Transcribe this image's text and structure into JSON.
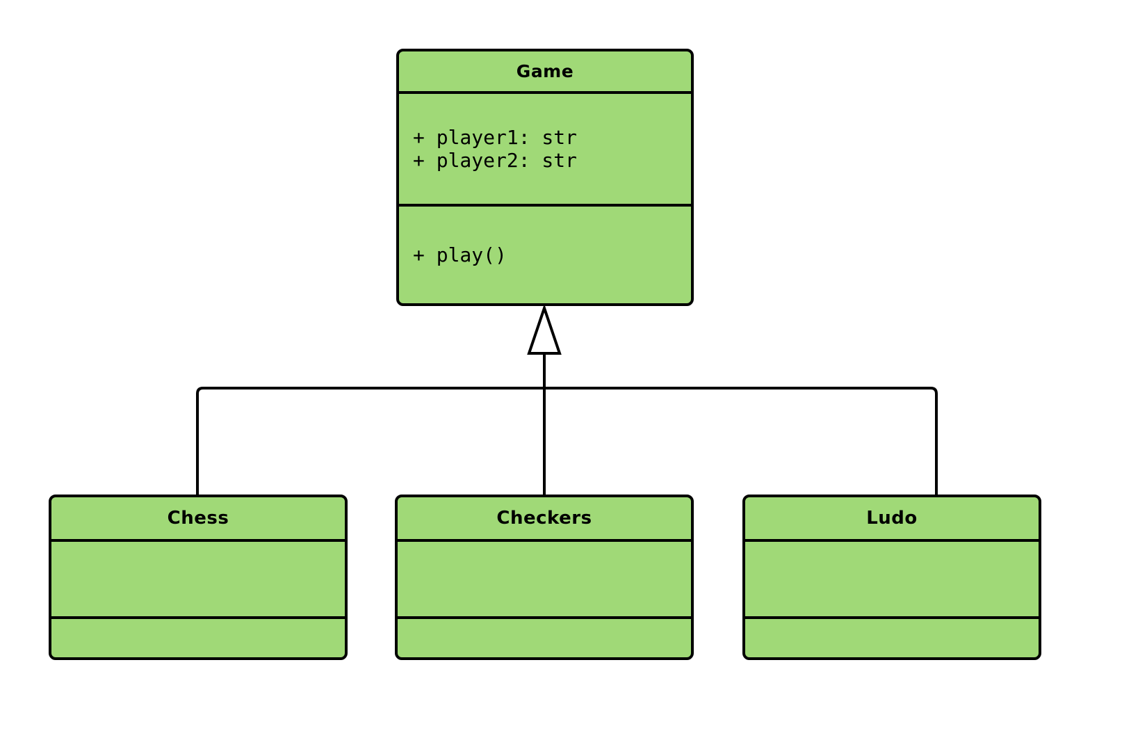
{
  "diagram": {
    "type": "uml-class-diagram",
    "relationship": "generalization",
    "background_color": "#ffffff",
    "class_fill_color": "#a0d977",
    "stroke_color": "#000000"
  },
  "classes": {
    "game": {
      "name": "Game",
      "attributes": [
        "+ player1: str",
        "+ player2: str"
      ],
      "methods": [
        "+ play()"
      ]
    },
    "chess": {
      "name": "Chess",
      "attributes": [],
      "methods": []
    },
    "checkers": {
      "name": "Checkers",
      "attributes": [],
      "methods": []
    },
    "ludo": {
      "name": "Ludo",
      "attributes": [],
      "methods": []
    }
  },
  "edges": [
    {
      "from": "chess",
      "to": "game",
      "kind": "inheritance"
    },
    {
      "from": "checkers",
      "to": "game",
      "kind": "inheritance"
    },
    {
      "from": "ludo",
      "to": "game",
      "kind": "inheritance"
    }
  ]
}
